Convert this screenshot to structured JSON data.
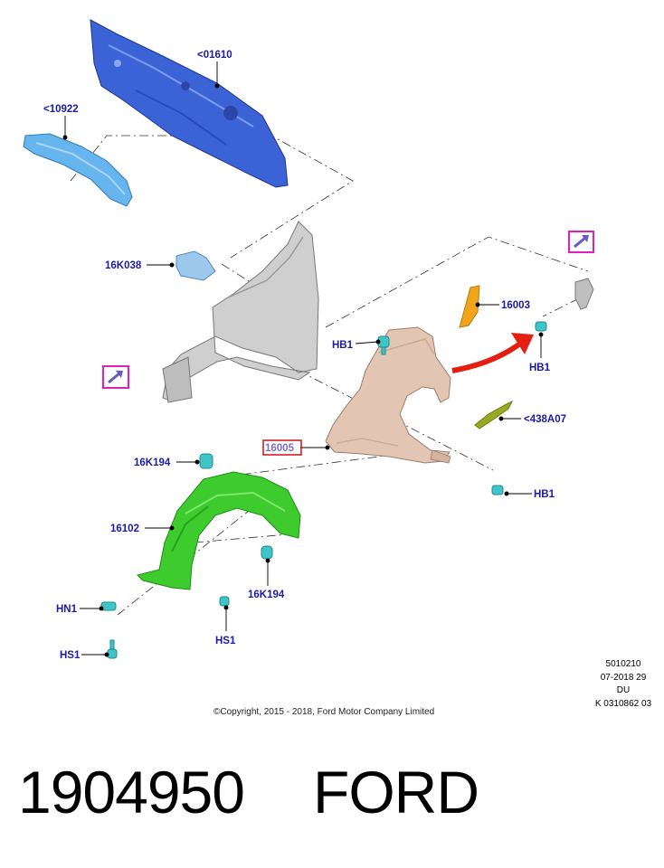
{
  "callouts": {
    "dash_panel": "<01610",
    "crossmember": "<10922",
    "bracket_16k038": "16K038",
    "bracket_16003": "16003",
    "clip_hb1_left": "HB1",
    "clip_hb1_right": "HB1",
    "clip_hb1_lower": "HB1",
    "strip_438a07": "<438A07",
    "fender_16005": "16005",
    "clip_16k194_top": "16K194",
    "clip_16k194_bottom": "16K194",
    "wheelhouse_16102": "16102",
    "fastener_hn1": "HN1",
    "fastener_hs1_bottom": "HS1",
    "fastener_hs1_mid": "HS1"
  },
  "reference_block": {
    "line1": "5010210",
    "line2": "07-2018 29",
    "line3": "DU",
    "line4": "K 0310862 03"
  },
  "copyright": "©Copyright, 2015 - 2018, Ford Motor Company Limited",
  "part_number": "1904950",
  "brand": "FORD",
  "colors": {
    "callout_text": "#1a1aaa",
    "dash_panel": "#3b63d6",
    "fender": "#e2c5b3",
    "wheelhouse_liner": "#3ecb2e",
    "clip_cyan": "#40c4c8",
    "arrow_red": "#e41f12",
    "highlight_magenta": "#e21fbd",
    "highlight_red": "#cc1111",
    "bracket_orange": "#f0a51a",
    "strip_olive": "#9aaa20",
    "structure_grey": "#c8c8c8"
  }
}
